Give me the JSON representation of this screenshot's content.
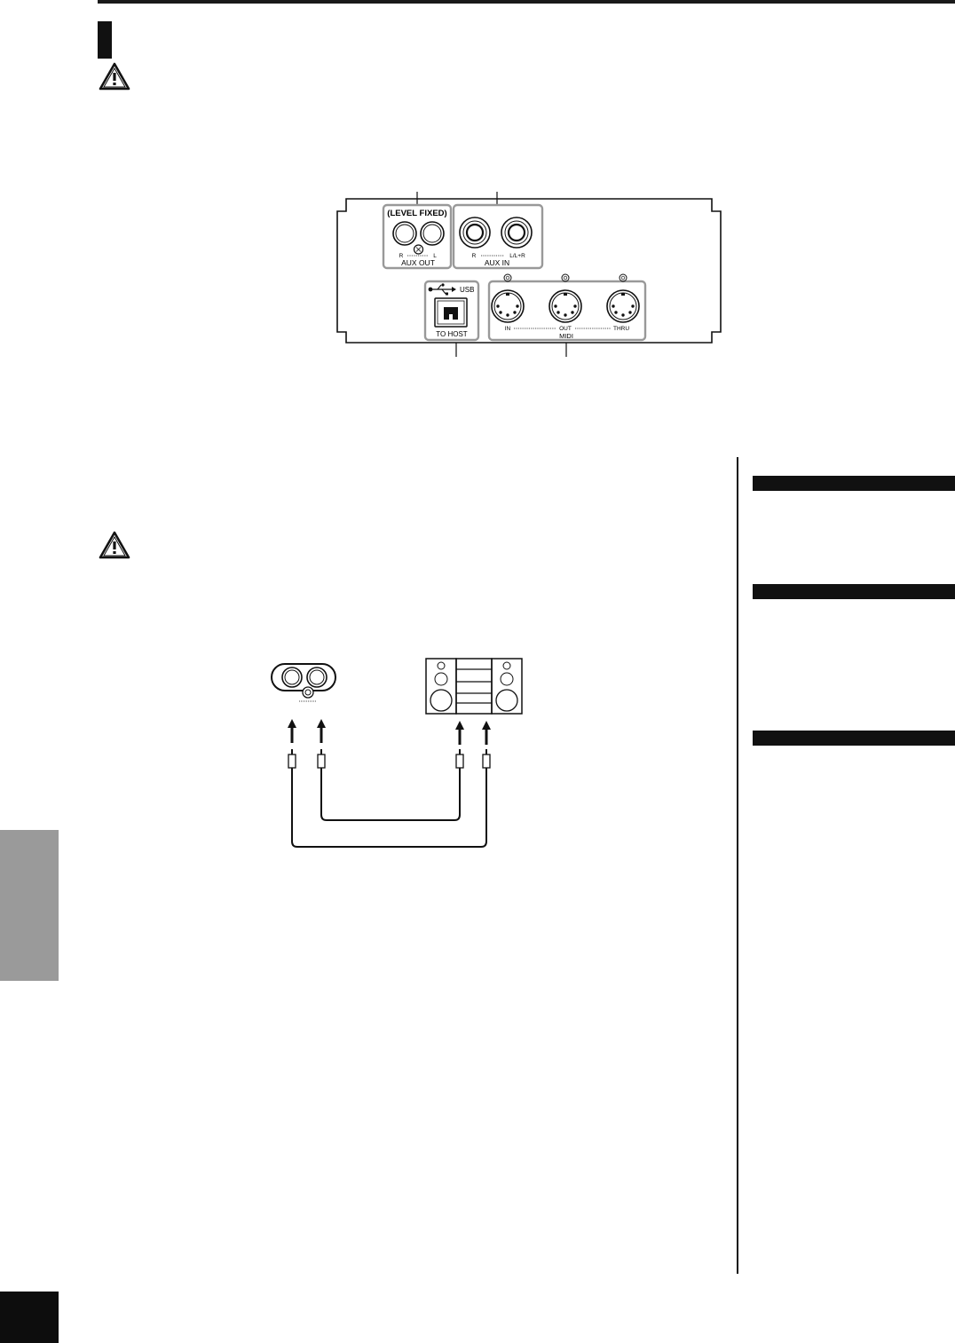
{
  "panel": {
    "level_fixed": "(LEVEL  FIXED)",
    "aux_out_r": "R",
    "aux_out_l": "L",
    "aux_out_label": "AUX  OUT",
    "aux_in_r": "R",
    "aux_in_llr": "L/L+R",
    "aux_in_label": "AUX  IN",
    "usb": "USB",
    "to_host": "TO HOST",
    "midi_in": "IN",
    "midi_out": "OUT",
    "midi_thru": "THRU",
    "midi_label": "MIDI"
  },
  "icons": {
    "caution": "warning-triangle-icon",
    "usb": "usb-trident-icon"
  },
  "colors": {
    "ink": "#111111",
    "side_tab": "#9a9a9a",
    "panel_frame": "#9a9a9a"
  }
}
